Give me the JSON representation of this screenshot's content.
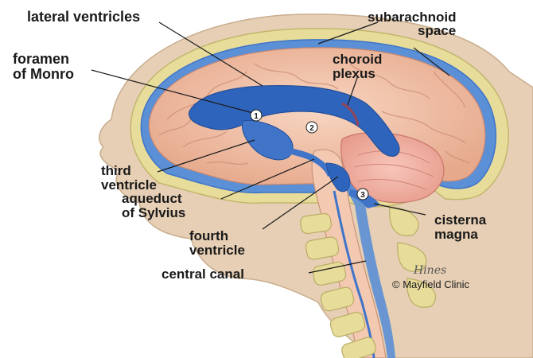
{
  "labels": {
    "lateral_ventricles": "lateral ventricles",
    "subarachnoid_line1": "subarachnoid",
    "subarachnoid_line2": "space",
    "foramen_line1": "foramen",
    "foramen_line2": "of Monro",
    "choroid_line1": "choroid",
    "choroid_line2": "plexus",
    "third_line1": "third",
    "third_line2": "ventricle",
    "aqueduct_line1": "aqueduct",
    "aqueduct_line2": "of Sylvius",
    "fourth_line1": "fourth",
    "fourth_line2": "ventricle",
    "cisterna_line1": "cisterna",
    "cisterna_line2": "magna",
    "central_canal": "central canal"
  },
  "markers": [
    "1",
    "2",
    "3"
  ],
  "credit": "© Mayfield Clinic",
  "signature": "Hines",
  "colors": {
    "skin": "#e6cfb4",
    "brain": "#f0bfa4",
    "csf_blue": "#3f74c8",
    "bone": "#e8dc9a",
    "cerebellum": "#f2b3a6"
  }
}
